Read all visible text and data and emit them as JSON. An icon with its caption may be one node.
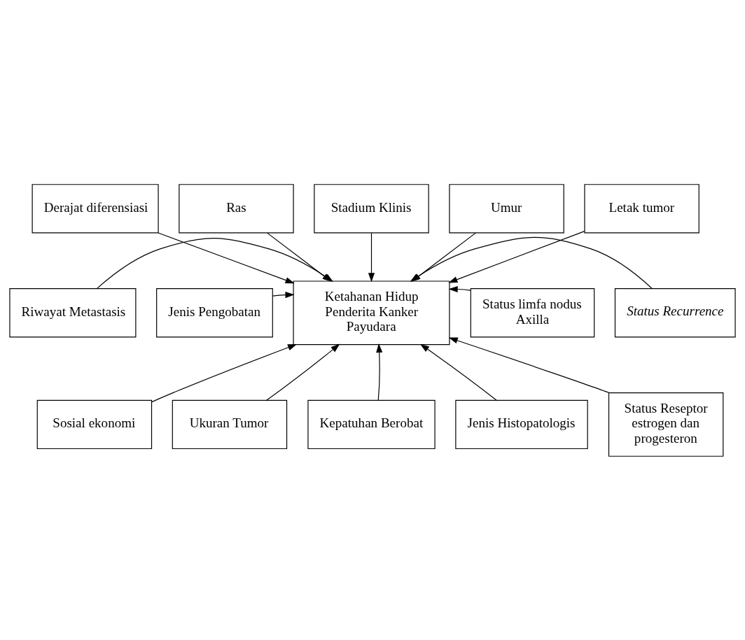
{
  "diagram": {
    "nodes": [
      {
        "text": [
          "Derajat diferensiasi"
        ]
      },
      {
        "text": [
          "Ras"
        ]
      },
      {
        "text": [
          "Stadium Klinis"
        ]
      },
      {
        "text": [
          "Umur"
        ]
      },
      {
        "text": [
          "Letak tumor"
        ]
      },
      {
        "text": [
          "Riwayat Metastasis"
        ]
      },
      {
        "text": [
          "Ketahanan Hidup Penderita Kanker Payudara"
        ]
      },
      {
        "text": [
          "Status Recurrence"
        ]
      },
      {
        "text": [
          "Jenis Pengobatan"
        ]
      },
      {
        "text": [
          "Status limfa nodus Axilla"
        ]
      },
      {
        "text": [
          "Sosial ekonomi"
        ]
      },
      {
        "text": [
          "Ukuran Tumor"
        ]
      },
      {
        "text": [
          "Kepatuhan Berobat"
        ]
      },
      {
        "text": [
          "Jenis Histopatologis"
        ]
      },
      {
        "text": [
          "Status Reseptor estrogen dan progesteron"
        ]
      }
    ],
    "edges": [
      {
        "from": 0,
        "to": 6,
        "arrow": "to"
      },
      {
        "from": 1,
        "to": 6,
        "arrow": "to"
      },
      {
        "from": 2,
        "to": 6,
        "arrow": "to"
      },
      {
        "from": 3,
        "to": 6,
        "arrow": "to"
      },
      {
        "from": 4,
        "to": 6,
        "arrow": "to"
      },
      {
        "from": 5,
        "to": 6,
        "arrow": "to"
      },
      {
        "from": 7,
        "to": 6,
        "arrow": "to"
      },
      {
        "from": 8,
        "to": 6,
        "arrow": "to"
      },
      {
        "from": 9,
        "to": 6,
        "arrow": "to"
      },
      {
        "from": 10,
        "to": 6,
        "arrow": "to"
      },
      {
        "from": 11,
        "to": 6,
        "arrow": "to"
      },
      {
        "from": 12,
        "to": 6,
        "arrow": "to"
      },
      {
        "from": 13,
        "to": 6,
        "arrow": "to"
      },
      {
        "from": 14,
        "to": 6,
        "arrow": "to"
      }
    ]
  }
}
